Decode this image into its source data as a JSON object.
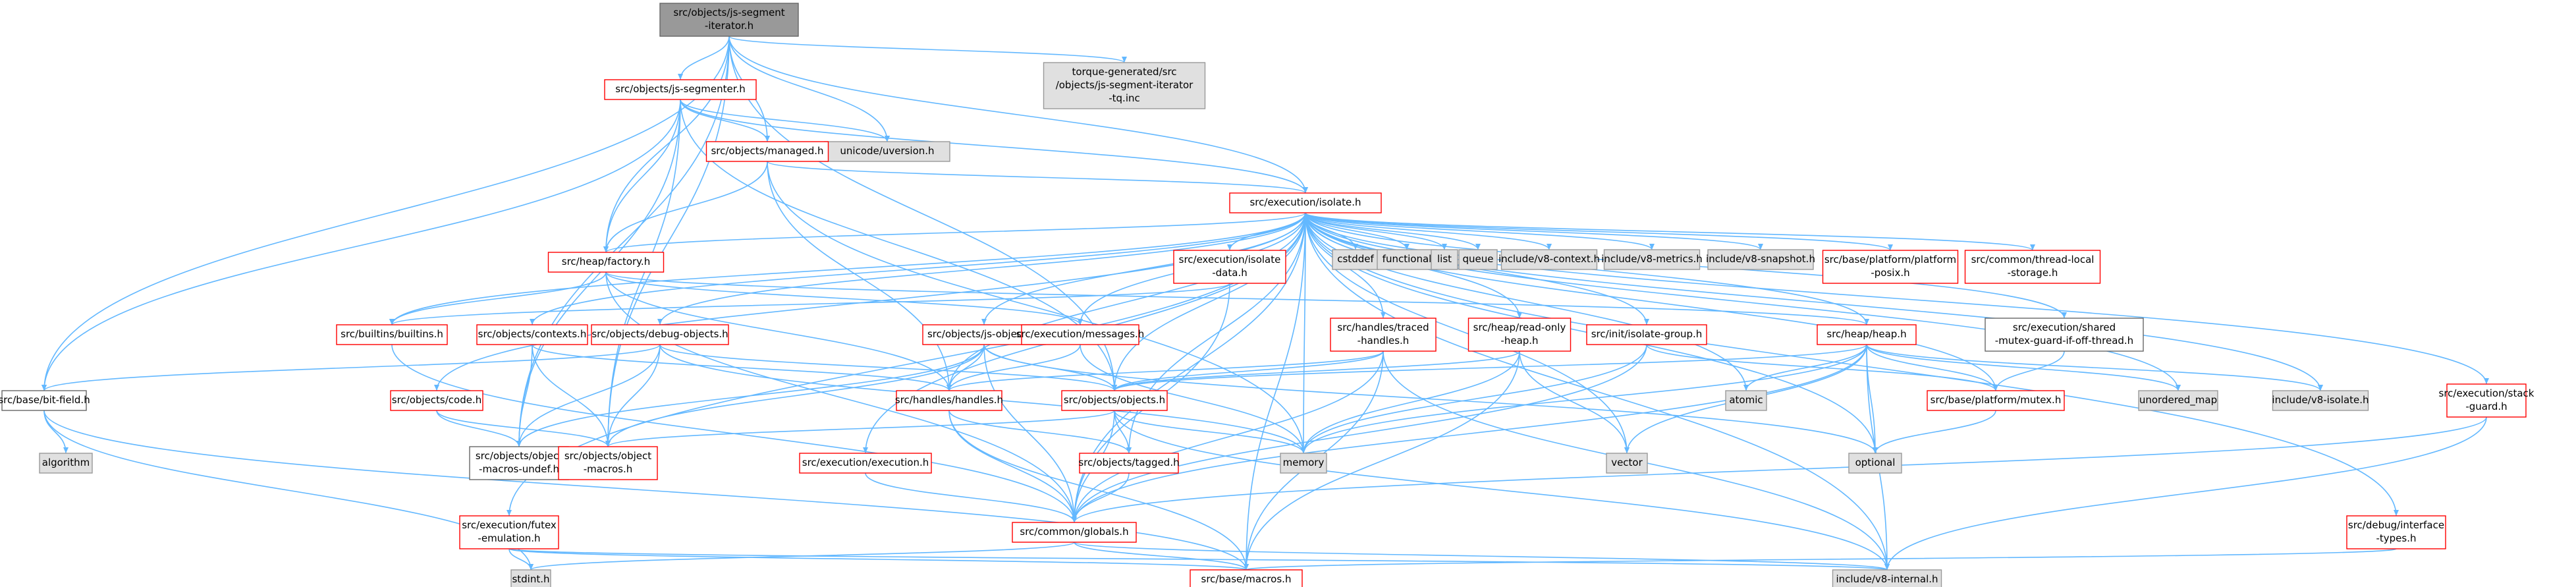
{
  "colors": {
    "root_fill": "#999999",
    "root_stroke": "#666666",
    "file_fill": "#ffffff",
    "file_stroke": "#ff0000",
    "leaf_fill": "#e0e0e0",
    "leaf_stroke": "#999999",
    "plain_stroke": "#666666",
    "edge": "#63b8ff",
    "text": "#000000"
  },
  "nodes": [
    {
      "id": "root",
      "kind": "root",
      "lines": [
        "src/objects/js-segment",
        "-iterator.h"
      ]
    },
    {
      "id": "torque",
      "kind": "leaf",
      "lines": [
        "torque-generated/src",
        "/objects/js-segment-iterator",
        "-tq.inc"
      ]
    },
    {
      "id": "segmenter",
      "kind": "file",
      "lines": [
        "src/objects/js-segmenter.h"
      ]
    },
    {
      "id": "uversion",
      "kind": "leaf",
      "lines": [
        "unicode/uversion.h"
      ]
    },
    {
      "id": "managed",
      "kind": "file",
      "lines": [
        "src/objects/managed.h"
      ]
    },
    {
      "id": "isolate",
      "kind": "file",
      "lines": [
        "src/execution/isolate.h"
      ]
    },
    {
      "id": "factory",
      "kind": "file",
      "lines": [
        "src/heap/factory.h"
      ]
    },
    {
      "id": "isodata",
      "kind": "file",
      "lines": [
        "src/execution/isolate",
        "-data.h"
      ]
    },
    {
      "id": "cstddef",
      "kind": "leaf",
      "lines": [
        "cstddef"
      ]
    },
    {
      "id": "functional",
      "kind": "leaf",
      "lines": [
        "functional"
      ]
    },
    {
      "id": "list",
      "kind": "leaf",
      "lines": [
        "list"
      ]
    },
    {
      "id": "queue",
      "kind": "leaf",
      "lines": [
        "queue"
      ]
    },
    {
      "id": "v8context",
      "kind": "leaf",
      "lines": [
        "include/v8-context.h"
      ]
    },
    {
      "id": "v8metrics",
      "kind": "leaf",
      "lines": [
        "include/v8-metrics.h"
      ]
    },
    {
      "id": "v8snapshot",
      "kind": "leaf",
      "lines": [
        "include/v8-snapshot.h"
      ]
    },
    {
      "id": "platposix",
      "kind": "file",
      "lines": [
        "src/base/platform/platform",
        "-posix.h"
      ]
    },
    {
      "id": "threadlocal",
      "kind": "file",
      "lines": [
        "src/common/thread-local",
        "-storage.h"
      ]
    },
    {
      "id": "builtins",
      "kind": "file",
      "lines": [
        "src/builtins/builtins.h"
      ]
    },
    {
      "id": "contexts",
      "kind": "file",
      "lines": [
        "src/objects/contexts.h"
      ]
    },
    {
      "id": "debugobj",
      "kind": "file",
      "lines": [
        "src/objects/debug-objects.h"
      ]
    },
    {
      "id": "jsobjects",
      "kind": "file",
      "lines": [
        "src/objects/js-objects.h"
      ]
    },
    {
      "id": "messages",
      "kind": "file",
      "lines": [
        "src/execution/messages.h"
      ]
    },
    {
      "id": "traced",
      "kind": "file",
      "lines": [
        "src/handles/traced",
        "-handles.h"
      ]
    },
    {
      "id": "readonly",
      "kind": "file",
      "lines": [
        "src/heap/read-only",
        "-heap.h"
      ]
    },
    {
      "id": "isogroup",
      "kind": "file",
      "lines": [
        "src/init/isolate-group.h"
      ]
    },
    {
      "id": "heap",
      "kind": "file",
      "lines": [
        "src/heap/heap.h"
      ]
    },
    {
      "id": "sharedmutex",
      "kind": "plain",
      "lines": [
        "src/execution/shared",
        "-mutex-guard-if-off-thread.h"
      ]
    },
    {
      "id": "bitfield",
      "kind": "plain",
      "lines": [
        "src/base/bit-field.h"
      ]
    },
    {
      "id": "code",
      "kind": "file",
      "lines": [
        "src/objects/code.h"
      ]
    },
    {
      "id": "handles",
      "kind": "file",
      "lines": [
        "src/handles/handles.h"
      ]
    },
    {
      "id": "objects",
      "kind": "file",
      "lines": [
        "src/objects/objects.h"
      ]
    },
    {
      "id": "atomic",
      "kind": "leaf",
      "lines": [
        "atomic"
      ]
    },
    {
      "id": "mutex",
      "kind": "file",
      "lines": [
        "src/base/platform/mutex.h"
      ]
    },
    {
      "id": "unorderedmap",
      "kind": "leaf",
      "lines": [
        "unordered_map"
      ]
    },
    {
      "id": "v8isolate",
      "kind": "leaf",
      "lines": [
        "include/v8-isolate.h"
      ]
    },
    {
      "id": "stackguard",
      "kind": "file",
      "lines": [
        "src/execution/stack",
        "-guard.h"
      ]
    },
    {
      "id": "algorithm",
      "kind": "leaf",
      "lines": [
        "algorithm"
      ]
    },
    {
      "id": "undef",
      "kind": "plain",
      "lines": [
        "src/objects/object",
        "-macros-undef.h"
      ]
    },
    {
      "id": "objmacros",
      "kind": "file",
      "lines": [
        "src/objects/object",
        "-macros.h"
      ]
    },
    {
      "id": "memory",
      "kind": "leaf",
      "lines": [
        "memory"
      ]
    },
    {
      "id": "vector",
      "kind": "leaf",
      "lines": [
        "vector"
      ]
    },
    {
      "id": "optional",
      "kind": "leaf",
      "lines": [
        "optional"
      ]
    },
    {
      "id": "execution",
      "kind": "file",
      "lines": [
        "src/execution/execution.h"
      ]
    },
    {
      "id": "tagged",
      "kind": "file",
      "lines": [
        "src/objects/tagged.h"
      ]
    },
    {
      "id": "futex",
      "kind": "file",
      "lines": [
        "src/execution/futex",
        "-emulation.h"
      ]
    },
    {
      "id": "globals",
      "kind": "file",
      "lines": [
        "src/common/globals.h"
      ]
    },
    {
      "id": "debugiface",
      "kind": "file",
      "lines": [
        "src/debug/interface",
        "-types.h"
      ]
    },
    {
      "id": "stdint",
      "kind": "leaf",
      "lines": [
        "stdint.h"
      ]
    },
    {
      "id": "macros",
      "kind": "file",
      "lines": [
        "src/base/macros.h"
      ]
    },
    {
      "id": "v8internal",
      "kind": "leaf",
      "lines": [
        "include/v8-internal.h"
      ]
    }
  ],
  "edges": [
    [
      "root",
      "torque"
    ],
    [
      "root",
      "segmenter"
    ],
    [
      "root",
      "uversion"
    ],
    [
      "root",
      "managed"
    ],
    [
      "root",
      "isolate"
    ],
    [
      "root",
      "factory"
    ],
    [
      "root",
      "bitfield"
    ],
    [
      "root",
      "undef"
    ],
    [
      "root",
      "objmacros"
    ],
    [
      "root",
      "objects"
    ],
    [
      "segmenter",
      "uversion"
    ],
    [
      "segmenter",
      "managed"
    ],
    [
      "segmenter",
      "isolate"
    ],
    [
      "segmenter",
      "factory"
    ],
    [
      "segmenter",
      "bitfield"
    ],
    [
      "segmenter",
      "objects"
    ],
    [
      "segmenter",
      "undef"
    ],
    [
      "segmenter",
      "objmacros"
    ],
    [
      "managed",
      "isolate"
    ],
    [
      "managed",
      "factory"
    ],
    [
      "managed",
      "handles"
    ],
    [
      "managed",
      "memory"
    ],
    [
      "factory",
      "builtins"
    ],
    [
      "factory",
      "handles"
    ],
    [
      "factory",
      "heap"
    ],
    [
      "factory",
      "messages"
    ],
    [
      "factory",
      "globals"
    ],
    [
      "isolate",
      "cstddef"
    ],
    [
      "isolate",
      "functional"
    ],
    [
      "isolate",
      "list"
    ],
    [
      "isolate",
      "queue"
    ],
    [
      "isolate",
      "v8context"
    ],
    [
      "isolate",
      "v8metrics"
    ],
    [
      "isolate",
      "v8snapshot"
    ],
    [
      "isolate",
      "platposix"
    ],
    [
      "isolate",
      "threadlocal"
    ],
    [
      "isolate",
      "isodata"
    ],
    [
      "isolate",
      "factory"
    ],
    [
      "isolate",
      "builtins"
    ],
    [
      "isolate",
      "contexts"
    ],
    [
      "isolate",
      "debugobj"
    ],
    [
      "isolate",
      "jsobjects"
    ],
    [
      "isolate",
      "messages"
    ],
    [
      "isolate",
      "traced"
    ],
    [
      "isolate",
      "readonly"
    ],
    [
      "isolate",
      "isogroup"
    ],
    [
      "isolate",
      "heap"
    ],
    [
      "isolate",
      "sharedmutex"
    ],
    [
      "isolate",
      "mutex"
    ],
    [
      "isolate",
      "unorderedmap"
    ],
    [
      "isolate",
      "v8isolate"
    ],
    [
      "isolate",
      "stackguard"
    ],
    [
      "isolate",
      "debugiface"
    ],
    [
      "isolate",
      "futex"
    ],
    [
      "isolate",
      "execution"
    ],
    [
      "isolate",
      "code"
    ],
    [
      "isolate",
      "handles"
    ],
    [
      "isolate",
      "objects"
    ],
    [
      "isolate",
      "memory"
    ],
    [
      "isolate",
      "vector"
    ],
    [
      "isolate",
      "optional"
    ],
    [
      "isolate",
      "atomic"
    ],
    [
      "isolate",
      "globals"
    ],
    [
      "isolate",
      "v8internal"
    ],
    [
      "isolate",
      "macros"
    ],
    [
      "isolate",
      "tagged"
    ],
    [
      "isodata",
      "builtins"
    ],
    [
      "isodata",
      "globals"
    ],
    [
      "builtins",
      "globals"
    ],
    [
      "contexts",
      "handles"
    ],
    [
      "contexts",
      "undef"
    ],
    [
      "contexts",
      "objmacros"
    ],
    [
      "debugobj",
      "bitfield"
    ],
    [
      "debugobj",
      "objects"
    ],
    [
      "debugobj",
      "undef"
    ],
    [
      "debugobj",
      "objmacros"
    ],
    [
      "debugobj",
      "memory"
    ],
    [
      "jsobjects",
      "handles"
    ],
    [
      "jsobjects",
      "objects"
    ],
    [
      "jsobjects",
      "undef"
    ],
    [
      "jsobjects",
      "objmacros"
    ],
    [
      "jsobjects",
      "globals"
    ],
    [
      "jsobjects",
      "optional"
    ],
    [
      "messages",
      "handles"
    ],
    [
      "messages",
      "memory"
    ],
    [
      "traced",
      "handles"
    ],
    [
      "traced",
      "objects"
    ],
    [
      "traced",
      "globals"
    ],
    [
      "traced",
      "macros"
    ],
    [
      "traced",
      "v8internal"
    ],
    [
      "readonly",
      "objects"
    ],
    [
      "readonly",
      "memory"
    ],
    [
      "readonly",
      "vector"
    ],
    [
      "readonly",
      "macros"
    ],
    [
      "isogroup",
      "mutex"
    ],
    [
      "isogroup",
      "memory"
    ],
    [
      "isogroup",
      "globals"
    ],
    [
      "heap",
      "atomic"
    ],
    [
      "heap",
      "unorderedmap"
    ],
    [
      "heap",
      "v8isolate"
    ],
    [
      "heap",
      "mutex"
    ],
    [
      "heap",
      "optional"
    ],
    [
      "heap",
      "vector"
    ],
    [
      "heap",
      "memory"
    ],
    [
      "heap",
      "globals"
    ],
    [
      "heap",
      "v8internal"
    ],
    [
      "heap",
      "objects"
    ],
    [
      "sharedmutex",
      "mutex"
    ],
    [
      "mutex",
      "optional"
    ],
    [
      "stackguard",
      "v8internal"
    ],
    [
      "stackguard",
      "globals"
    ],
    [
      "bitfield",
      "algorithm"
    ],
    [
      "bitfield",
      "stdint"
    ],
    [
      "bitfield",
      "macros"
    ],
    [
      "code",
      "undef"
    ],
    [
      "code",
      "objmacros"
    ],
    [
      "handles",
      "globals"
    ],
    [
      "handles",
      "tagged"
    ],
    [
      "handles",
      "macros"
    ],
    [
      "objects",
      "tagged"
    ],
    [
      "objects",
      "globals"
    ],
    [
      "objects",
      "objmacros"
    ],
    [
      "objects",
      "memory"
    ],
    [
      "objects",
      "v8internal"
    ],
    [
      "tagged",
      "globals"
    ],
    [
      "execution",
      "globals"
    ],
    [
      "futex",
      "stdint"
    ],
    [
      "futex",
      "v8internal"
    ],
    [
      "futex",
      "macros"
    ],
    [
      "globals",
      "stdint"
    ],
    [
      "globals",
      "macros"
    ],
    [
      "globals",
      "v8internal"
    ],
    [
      "debugiface",
      "macros"
    ]
  ]
}
